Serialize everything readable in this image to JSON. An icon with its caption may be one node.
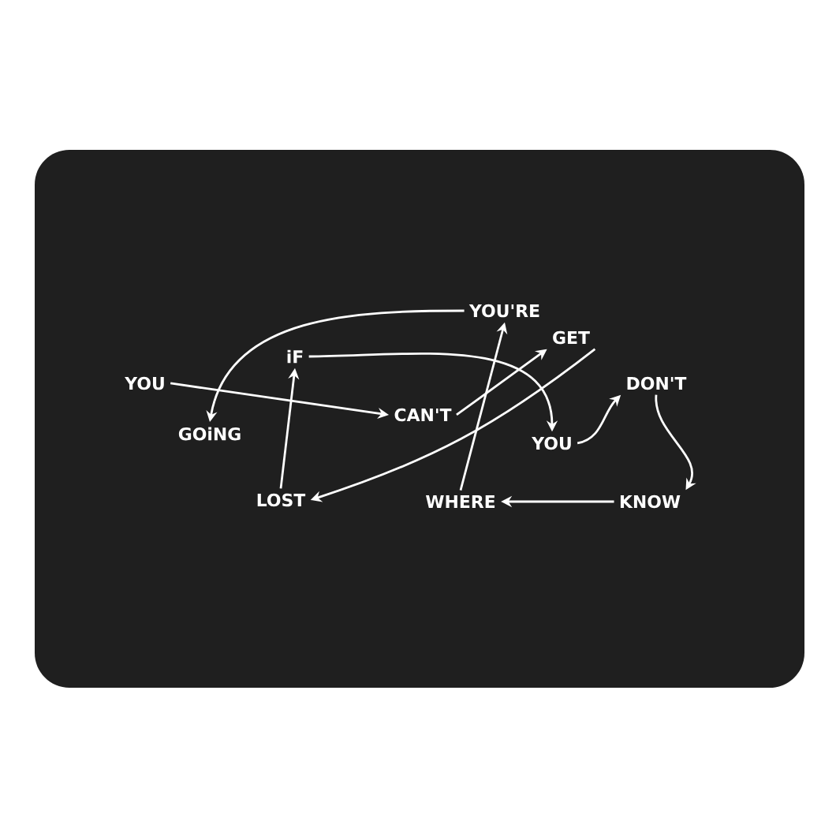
{
  "diagram": {
    "nodes": [
      {
        "text": [
          "YOU"
        ]
      },
      {
        "text": [
          "GOiNG"
        ]
      },
      {
        "text": [
          "iF"
        ]
      },
      {
        "text": [
          "CAN'T"
        ]
      },
      {
        "text": [
          "YOU'RE"
        ]
      },
      {
        "text": [
          "GET"
        ]
      },
      {
        "text": [
          "LOST"
        ]
      },
      {
        "text": [
          "YOU"
        ]
      },
      {
        "text": [
          "DON'T"
        ]
      },
      {
        "text": [
          "KNOW"
        ]
      },
      {
        "text": [
          "WHERE"
        ]
      }
    ],
    "edges": [
      {
        "from": 0,
        "to": 3,
        "arrow": "to"
      },
      {
        "from": 3,
        "to": 5,
        "arrow": "to"
      },
      {
        "from": 5,
        "to": 6,
        "arrow": "to"
      },
      {
        "from": 6,
        "to": 2,
        "arrow": "to"
      },
      {
        "from": 2,
        "to": 7,
        "arrow": "to"
      },
      {
        "from": 7,
        "to": 8,
        "arrow": "to"
      },
      {
        "from": 8,
        "to": 9,
        "arrow": "to"
      },
      {
        "from": 9,
        "to": 10,
        "arrow": "to"
      },
      {
        "from": 10,
        "to": 4,
        "arrow": "to"
      },
      {
        "from": 4,
        "to": 1,
        "arrow": "to"
      }
    ]
  }
}
